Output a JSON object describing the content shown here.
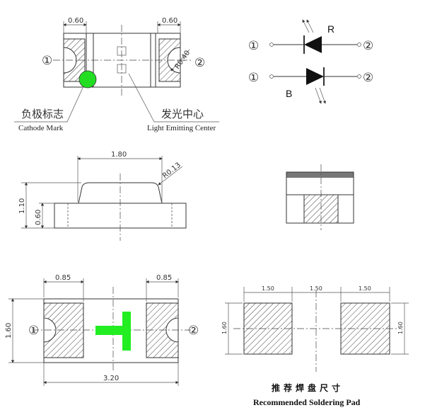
{
  "top_view": {
    "dim_left": "0.60",
    "dim_right": "0.60",
    "radius": "R0.40",
    "pin1": "①",
    "pin2": "②",
    "cathode_cn": "负极标志",
    "cathode_en": "Cathode Mark",
    "center_cn": "发光中心",
    "center_en": "Light Emitting Center",
    "cathode_mark_color": "#22dd22"
  },
  "schematic": {
    "pin1_top": "①",
    "pin2_top": "②",
    "label_top": "R",
    "pin1_bottom": "①",
    "pin2_bottom": "②",
    "label_bottom": "B"
  },
  "side_view": {
    "width": "1.80",
    "radius": "R0.13",
    "height_total": "1.10",
    "height_base": "0.60"
  },
  "bottom_view": {
    "pad_left": "0.85",
    "pad_right": "0.85",
    "height": "1.60",
    "length": "3.20",
    "pin1": "①",
    "pin2": "②",
    "polarity_mark_color": "#22ee22"
  },
  "solder_pad": {
    "dim1": "1.50",
    "dim2": "1.50",
    "dim3": "1.50",
    "height_left": "1.60",
    "height_right": "1.60",
    "title_cn": "推荐焊盘尺寸",
    "title_en": "Recommended Soldering Pad"
  }
}
